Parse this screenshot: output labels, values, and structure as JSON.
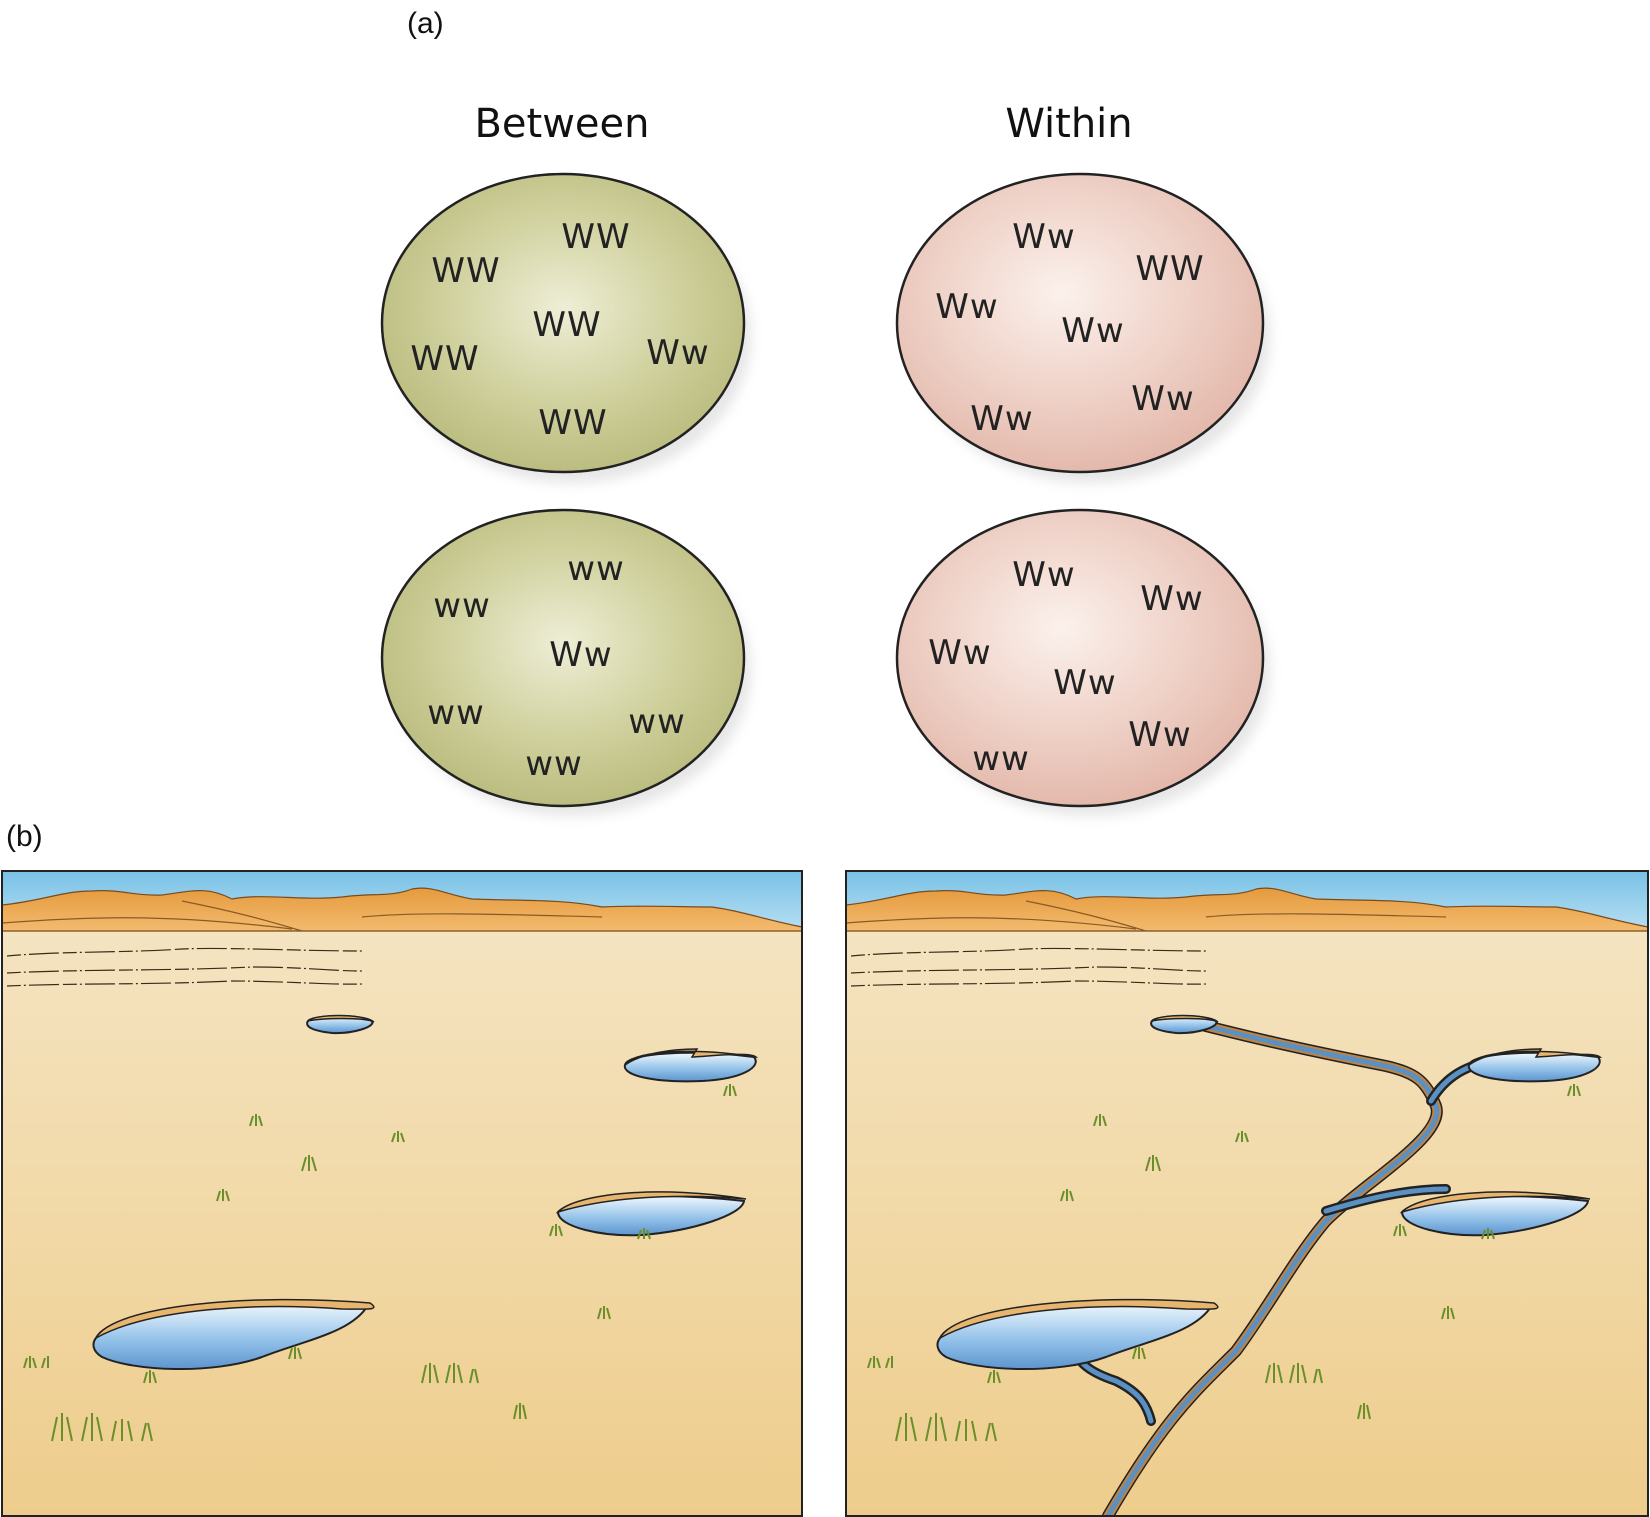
{
  "panel_a": {
    "label": "(a)",
    "columns": [
      {
        "title": "Between",
        "color": "#c2c387",
        "populations": [
          {
            "individuals": [
              "WW",
              "WW",
              "WW",
              "WW",
              "Ww",
              "WW"
            ]
          },
          {
            "individuals": [
              "ww",
              "ww",
              "Ww",
              "ww",
              "ww",
              "ww"
            ]
          }
        ]
      },
      {
        "title": "Within",
        "color": "#ebc6bc",
        "populations": [
          {
            "individuals": [
              "Ww",
              "WW",
              "Ww",
              "Ww",
              "Ww",
              "Ww"
            ]
          },
          {
            "individuals": [
              "Ww",
              "Ww",
              "Ww",
              "Ww",
              "Ww",
              "ww"
            ]
          }
        ]
      }
    ]
  },
  "panel_b": {
    "label": "(b)",
    "scenes": [
      {
        "ponds_connected": false
      },
      {
        "ponds_connected": true
      }
    ],
    "colors": {
      "sky": "#7cc3e6",
      "sand": "#f1d79e",
      "hills": "#eba44e",
      "water": "#7fb3e0",
      "river": "#4f86b8"
    }
  }
}
